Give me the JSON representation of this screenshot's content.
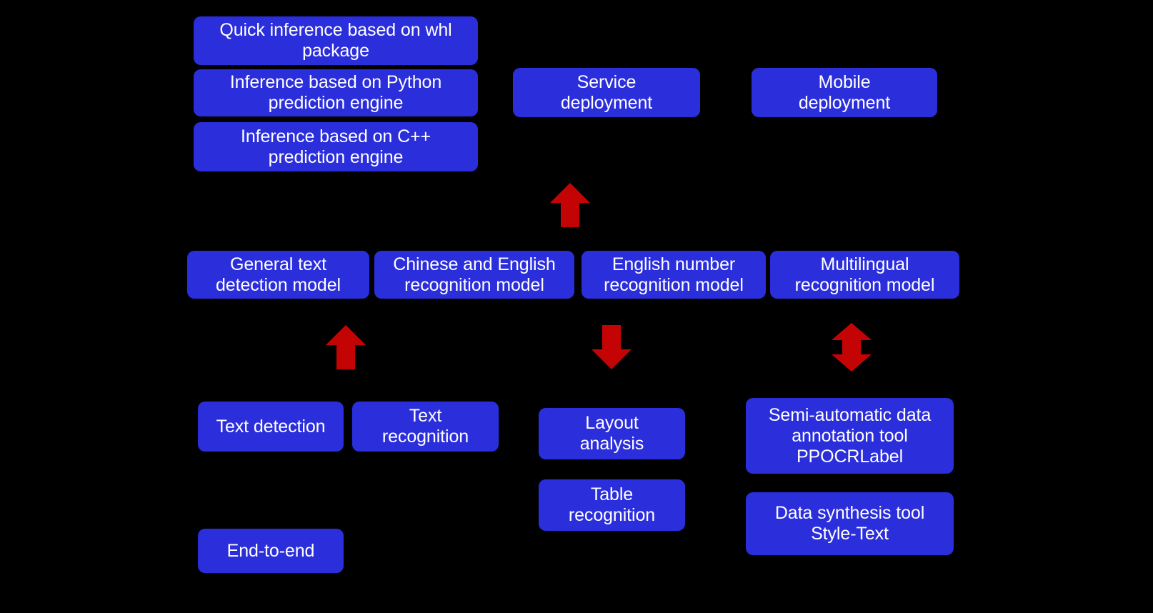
{
  "diagram": {
    "title": "PaddleOCR capability and deployment architecture",
    "background_color": "#000000",
    "node_color": "#2b2edb",
    "node_text_color": "#ffffff",
    "arrow_color": "#c40404"
  },
  "deployment_group": {
    "items": [
      {
        "label": "Quick inference based on whl\npackage"
      },
      {
        "label": "Inference based on Python\nprediction engine"
      },
      {
        "label": "Inference based on C++\nprediction engine"
      }
    ]
  },
  "deployment_targets": {
    "items": [
      {
        "label": "Service\ndeployment"
      },
      {
        "label": "Mobile\ndeployment"
      }
    ]
  },
  "models_row": {
    "items": [
      {
        "label": "General text\ndetection model"
      },
      {
        "label": "Chinese and English\nrecognition model"
      },
      {
        "label": "English number\nrecognition model"
      },
      {
        "label": "Multilingual\nrecognition model"
      }
    ]
  },
  "capabilities": {
    "items": [
      {
        "label": "Text detection"
      },
      {
        "label": "Text\nrecognition"
      },
      {
        "label": "End-to-end"
      }
    ]
  },
  "document_analysis": {
    "items": [
      {
        "label": "Layout\nanalysis"
      },
      {
        "label": "Table\nrecognition"
      }
    ]
  },
  "data_tools": {
    "items": [
      {
        "label": "Semi-automatic data\nannotation tool\nPPOCRLabel"
      },
      {
        "label": "Data synthesis tool\nStyle-Text"
      }
    ]
  },
  "arrows": [
    {
      "name": "arrow-up-to-deployment",
      "direction": "up"
    },
    {
      "name": "arrow-up-to-detection-model",
      "direction": "up"
    },
    {
      "name": "arrow-down-to-document-analysis",
      "direction": "down"
    },
    {
      "name": "arrow-updown-data-tools",
      "direction": "up-down"
    }
  ]
}
